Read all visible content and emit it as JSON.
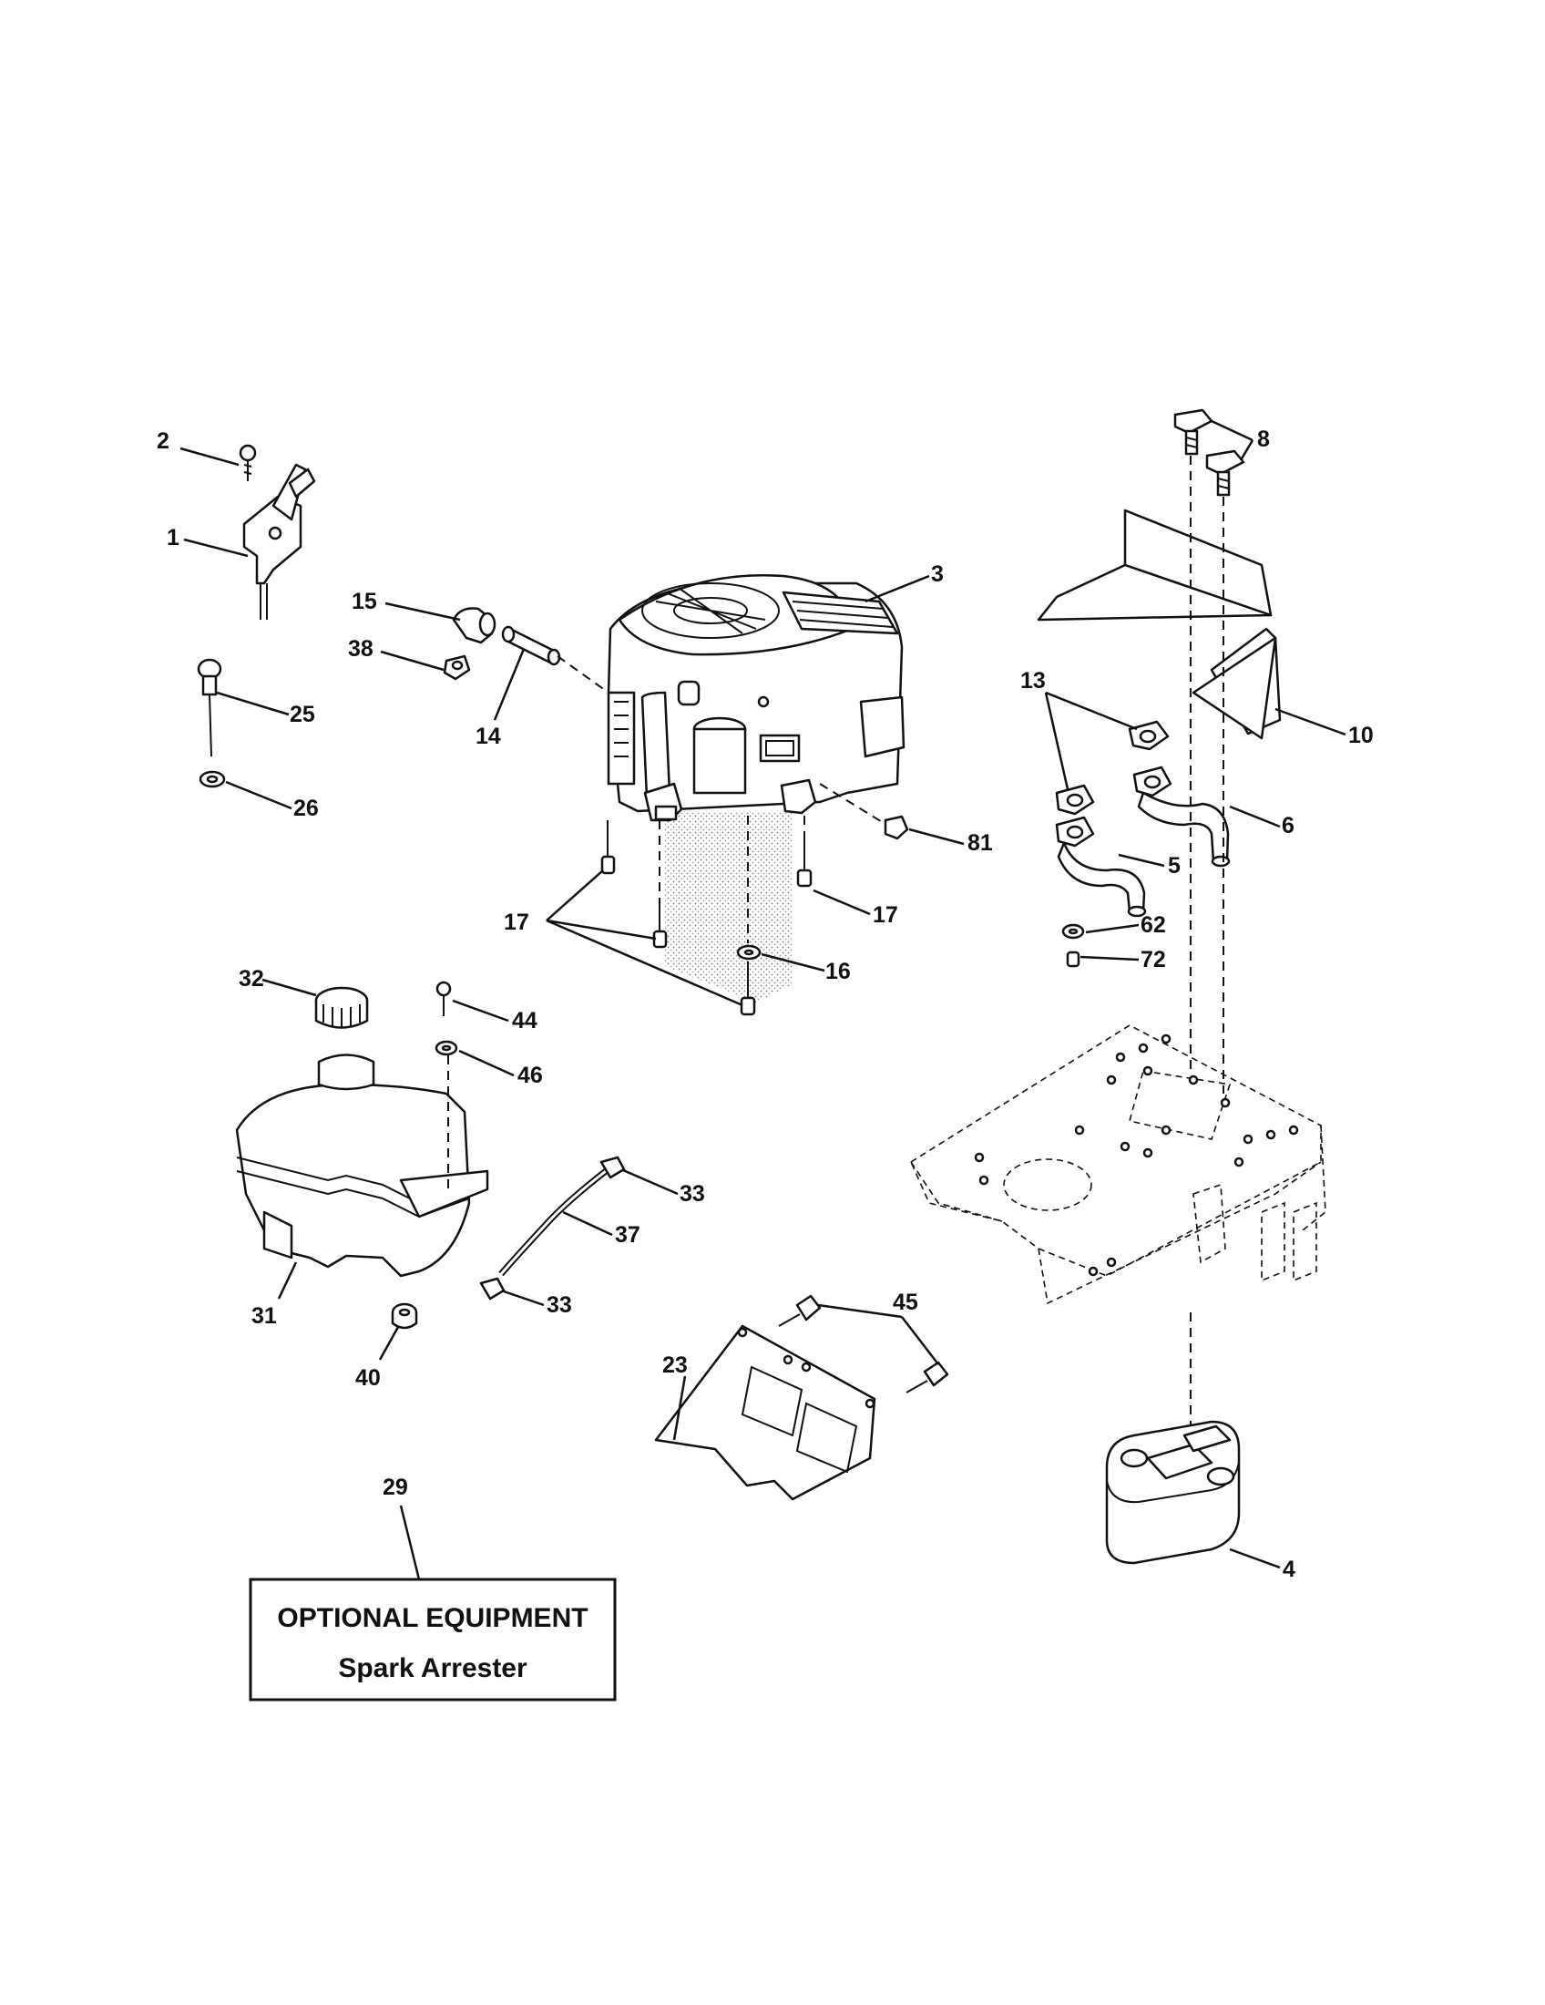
{
  "diagram": {
    "callouts": [
      {
        "id": "c2",
        "label": "2"
      },
      {
        "id": "c1",
        "label": "1"
      },
      {
        "id": "c15",
        "label": "15"
      },
      {
        "id": "c38",
        "label": "38"
      },
      {
        "id": "c14",
        "label": "14"
      },
      {
        "id": "c3",
        "label": "3"
      },
      {
        "id": "c25",
        "label": "25"
      },
      {
        "id": "c26",
        "label": "26"
      },
      {
        "id": "c81",
        "label": "81"
      },
      {
        "id": "c17a",
        "label": "17"
      },
      {
        "id": "c17b",
        "label": "17"
      },
      {
        "id": "c16",
        "label": "16"
      },
      {
        "id": "c8",
        "label": "8"
      },
      {
        "id": "c10",
        "label": "10"
      },
      {
        "id": "c13",
        "label": "13"
      },
      {
        "id": "c6",
        "label": "6"
      },
      {
        "id": "c5",
        "label": "5"
      },
      {
        "id": "c62",
        "label": "62"
      },
      {
        "id": "c72",
        "label": "72"
      },
      {
        "id": "c32",
        "label": "32"
      },
      {
        "id": "c44",
        "label": "44"
      },
      {
        "id": "c46",
        "label": "46"
      },
      {
        "id": "c31",
        "label": "31"
      },
      {
        "id": "c33a",
        "label": "33"
      },
      {
        "id": "c37",
        "label": "37"
      },
      {
        "id": "c33b",
        "label": "33"
      },
      {
        "id": "c40",
        "label": "40"
      },
      {
        "id": "c45",
        "label": "45"
      },
      {
        "id": "c23",
        "label": "23"
      },
      {
        "id": "c29",
        "label": "29"
      },
      {
        "id": "c4",
        "label": "4"
      }
    ],
    "optional_box": {
      "heading": "OPTIONAL EQUIPMENT",
      "item": "Spark Arrester"
    }
  }
}
